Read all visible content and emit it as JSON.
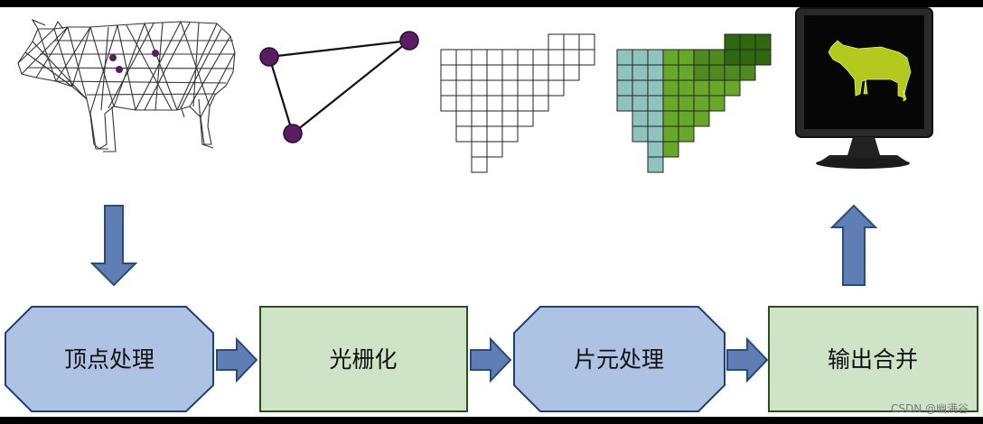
{
  "pipeline": {
    "stages": [
      {
        "label": "顶点处理",
        "shape": "octagon",
        "fill": "#aec3e3",
        "stroke": "#1f3f7a"
      },
      {
        "label": "光栅化",
        "shape": "rect",
        "fill": "#cfe4c6",
        "stroke": "#2b4f1c"
      },
      {
        "label": "片元处理",
        "shape": "octagon",
        "fill": "#aec3e3",
        "stroke": "#1f3f7a"
      },
      {
        "label": "输出合并",
        "shape": "rect",
        "fill": "#cfe4c6",
        "stroke": "#2b4f1c"
      }
    ],
    "arrow_fill": "#5f7fb4",
    "arrow_stroke": "#2c4a7d"
  },
  "illustrations": [
    {
      "name": "wireframe-cow-icon",
      "vertex_color": "#5a1c63"
    },
    {
      "name": "triangle-vertices-icon",
      "vertex_color": "#5a1c63"
    },
    {
      "name": "raster-grid-icon"
    },
    {
      "name": "shaded-fragments-icon",
      "colors": [
        "#8fc3be",
        "#67a82b",
        "#4e8a1e",
        "#2f6810"
      ]
    },
    {
      "name": "monitor-icon",
      "screen_color": "#060606",
      "cow_color": "#b4c91e"
    }
  ],
  "watermark": "CSDN @幽满谷"
}
